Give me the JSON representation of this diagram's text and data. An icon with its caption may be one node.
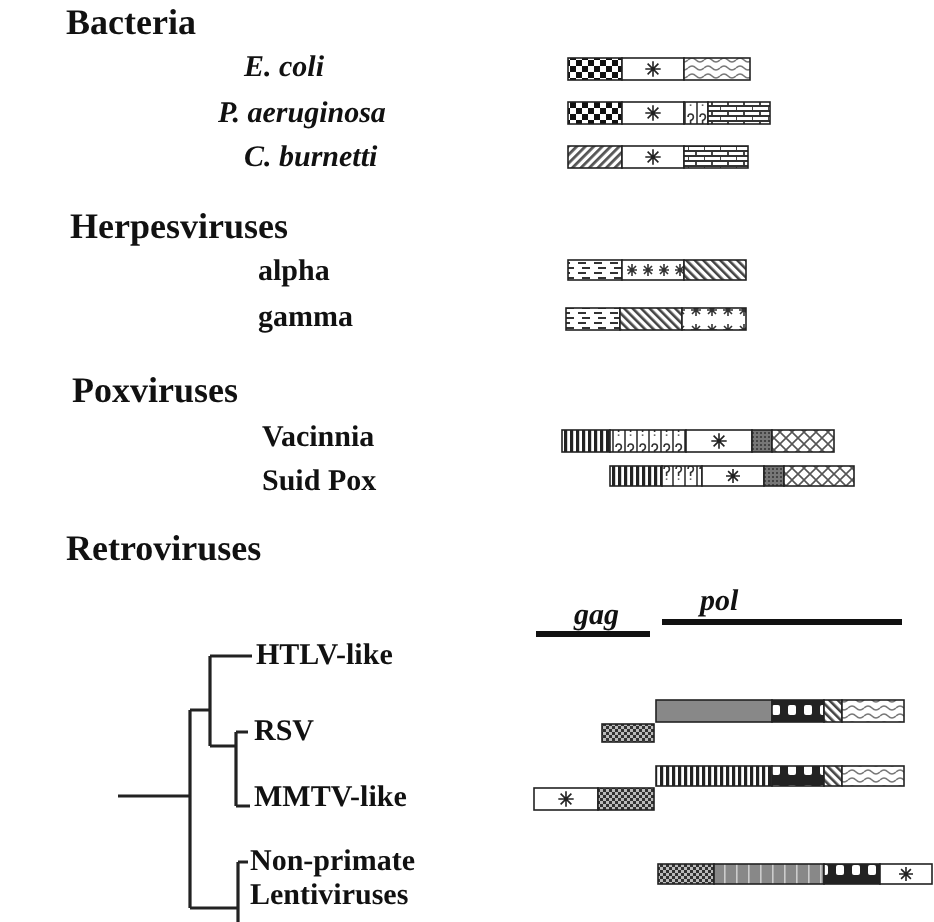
{
  "diagram": {
    "labels": [
      "Bacteria",
      "E. coli",
      "P. aeruginosa",
      "C. burnetti",
      "Herpesviruses",
      "alpha",
      "gamma",
      "Poxviruses",
      "Vacinnia",
      "Suid Pox",
      "Retroviruses",
      "gag",
      "pol",
      "HTLV-like",
      "RSV",
      "MMTV-like",
      "Non-primate Lentiviruses"
    ]
  }
}
